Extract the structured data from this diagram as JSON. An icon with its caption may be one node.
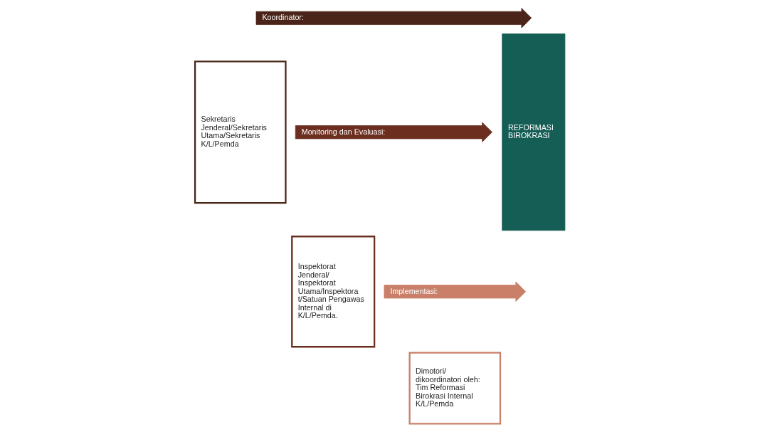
{
  "diagram": {
    "nodes": [
      {
        "text": [
          "Koordinator:"
        ]
      },
      {
        "text": [
          "Sekretaris Jenderal/Sekretaris Utama/Sekretaris K/L/Pemda"
        ]
      },
      {
        "text": [
          "Monitoring dan Evaluasi:"
        ]
      },
      {
        "text": [
          "Inspektorat Jenderal/ Inspektorat Utama/Inspektora t/Satuan Pengawas Internal di K/L/Pemda."
        ]
      },
      {
        "text": [
          "Implementasi:"
        ]
      },
      {
        "text": [
          "Dimotori/ dikoordinatori oleh: Tim Reformasi Birokrasi Internal K/L/Pemda"
        ]
      },
      {
        "text": [
          "REFORMASI BIROKRASI"
        ]
      }
    ],
    "edges": []
  }
}
